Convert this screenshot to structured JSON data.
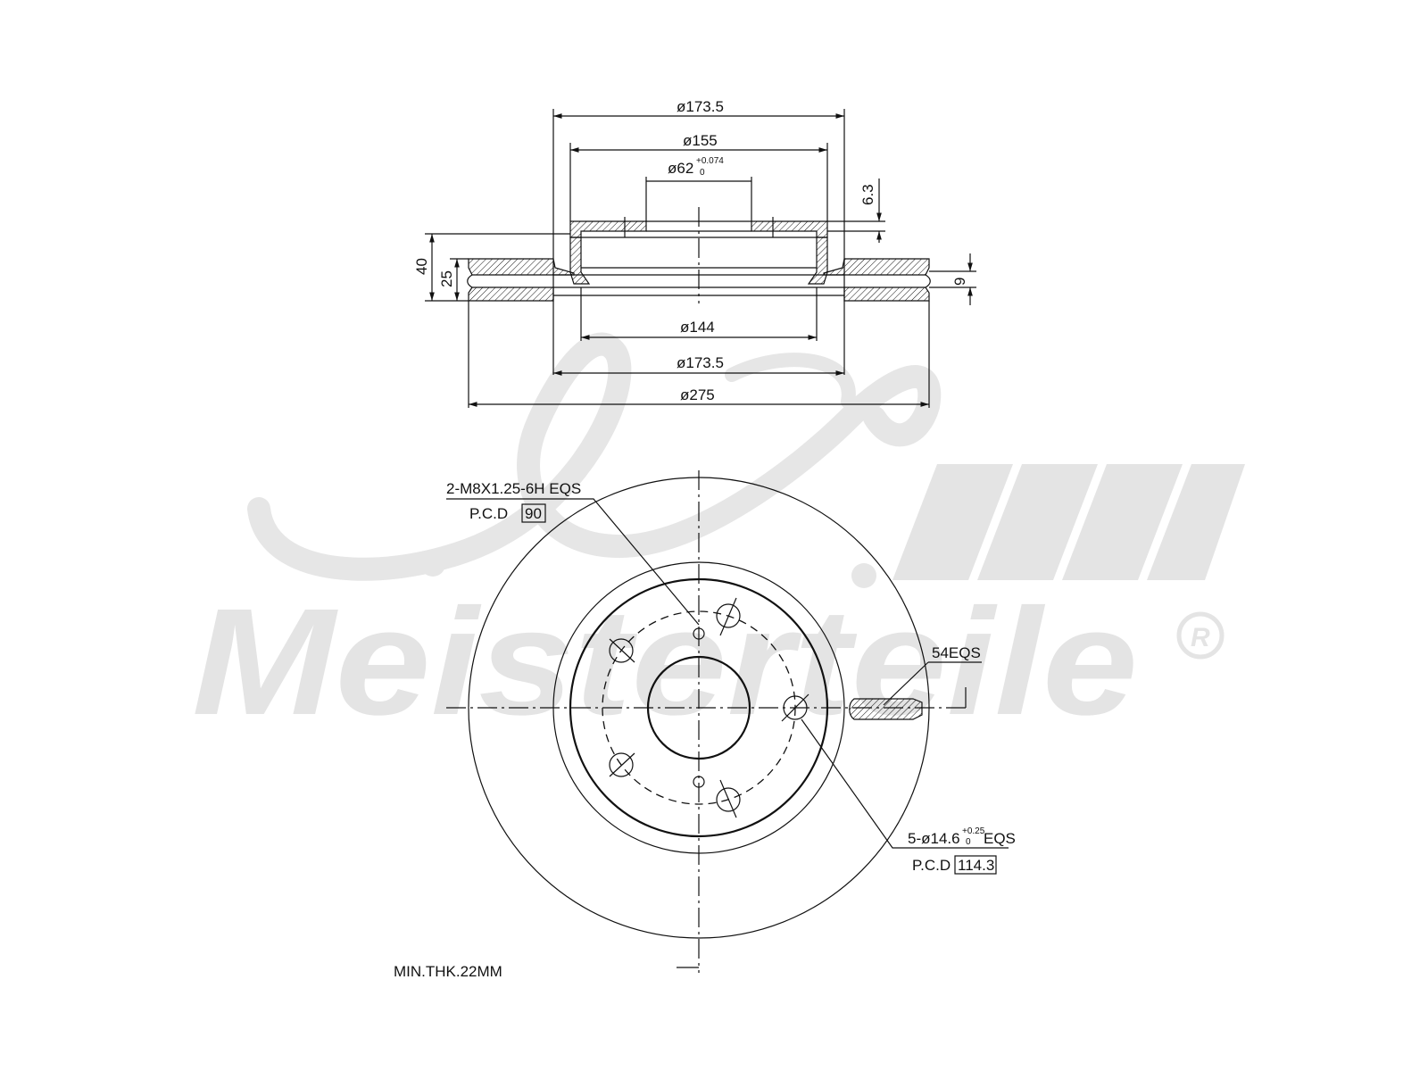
{
  "watermark": {
    "brand": "Meisterteile",
    "monogram": "A.L.",
    "registered_mark": "R",
    "color": "#e4e4e4"
  },
  "side_view": {
    "dim_outer_top": "ø173.5",
    "dim_hat_top": "ø155",
    "dim_bore_main": "ø62",
    "dim_bore_upper_tol": "+0.074",
    "dim_bore_lower_tol": "0",
    "dim_hat_thickness": "6.3",
    "dim_total_height": "40",
    "dim_disc_thickness": "25",
    "dim_vent_gap": "9",
    "dim_inner": "ø144",
    "dim_outer_bottom": "ø173.5",
    "dim_disc_diameter": "ø275"
  },
  "front_view": {
    "thread_spec": "2-M8X1.25-6H EQS",
    "thread_pcd_label": "P.C.D",
    "thread_pcd_value": "90",
    "vanes_label": "54EQS",
    "hole_spec_main": "5-ø14.6",
    "hole_spec_upper_tol": "+0.25",
    "hole_spec_lower_tol": "0",
    "hole_spec_suffix": "EQS",
    "hole_pcd_label": "P.C.D",
    "hole_pcd_value": "114.3"
  },
  "note_min_thickness": "MIN.THK.22MM"
}
